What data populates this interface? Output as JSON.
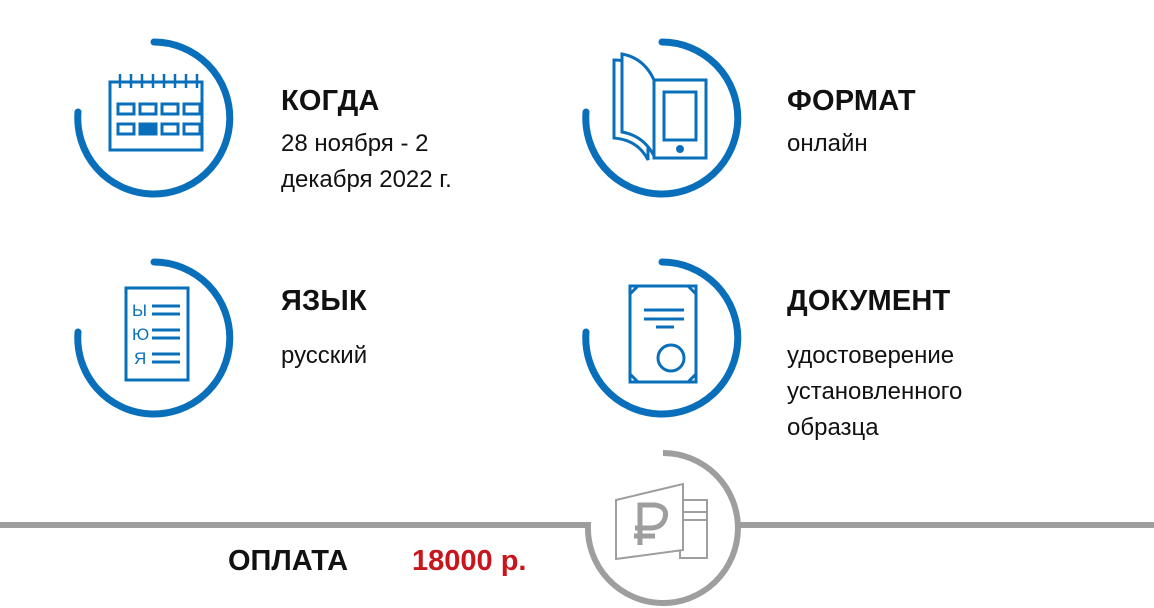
{
  "colors": {
    "accent": "#0a6fba",
    "divider": "#9e9e9e",
    "price": "#c8161d"
  },
  "items": [
    {
      "title": "КОГДА",
      "lines": [
        "28 ноября - 2",
        "декабря 2022 г."
      ],
      "icon": "calendar-icon"
    },
    {
      "title": "ФОРМАТ",
      "lines": [
        "онлайн"
      ],
      "icon": "book-tablet-icon"
    },
    {
      "title": "ЯЗЫК",
      "lines": [
        "русский"
      ],
      "icon": "alphabet-list-icon"
    },
    {
      "title": "ДОКУМЕНТ",
      "lines": [
        "удостоверение",
        "установленного",
        "образца"
      ],
      "icon": "certificate-icon"
    }
  ],
  "payment": {
    "label": "ОПЛАТА",
    "value": "18000 р.",
    "icon": "ruble-card-icon"
  }
}
